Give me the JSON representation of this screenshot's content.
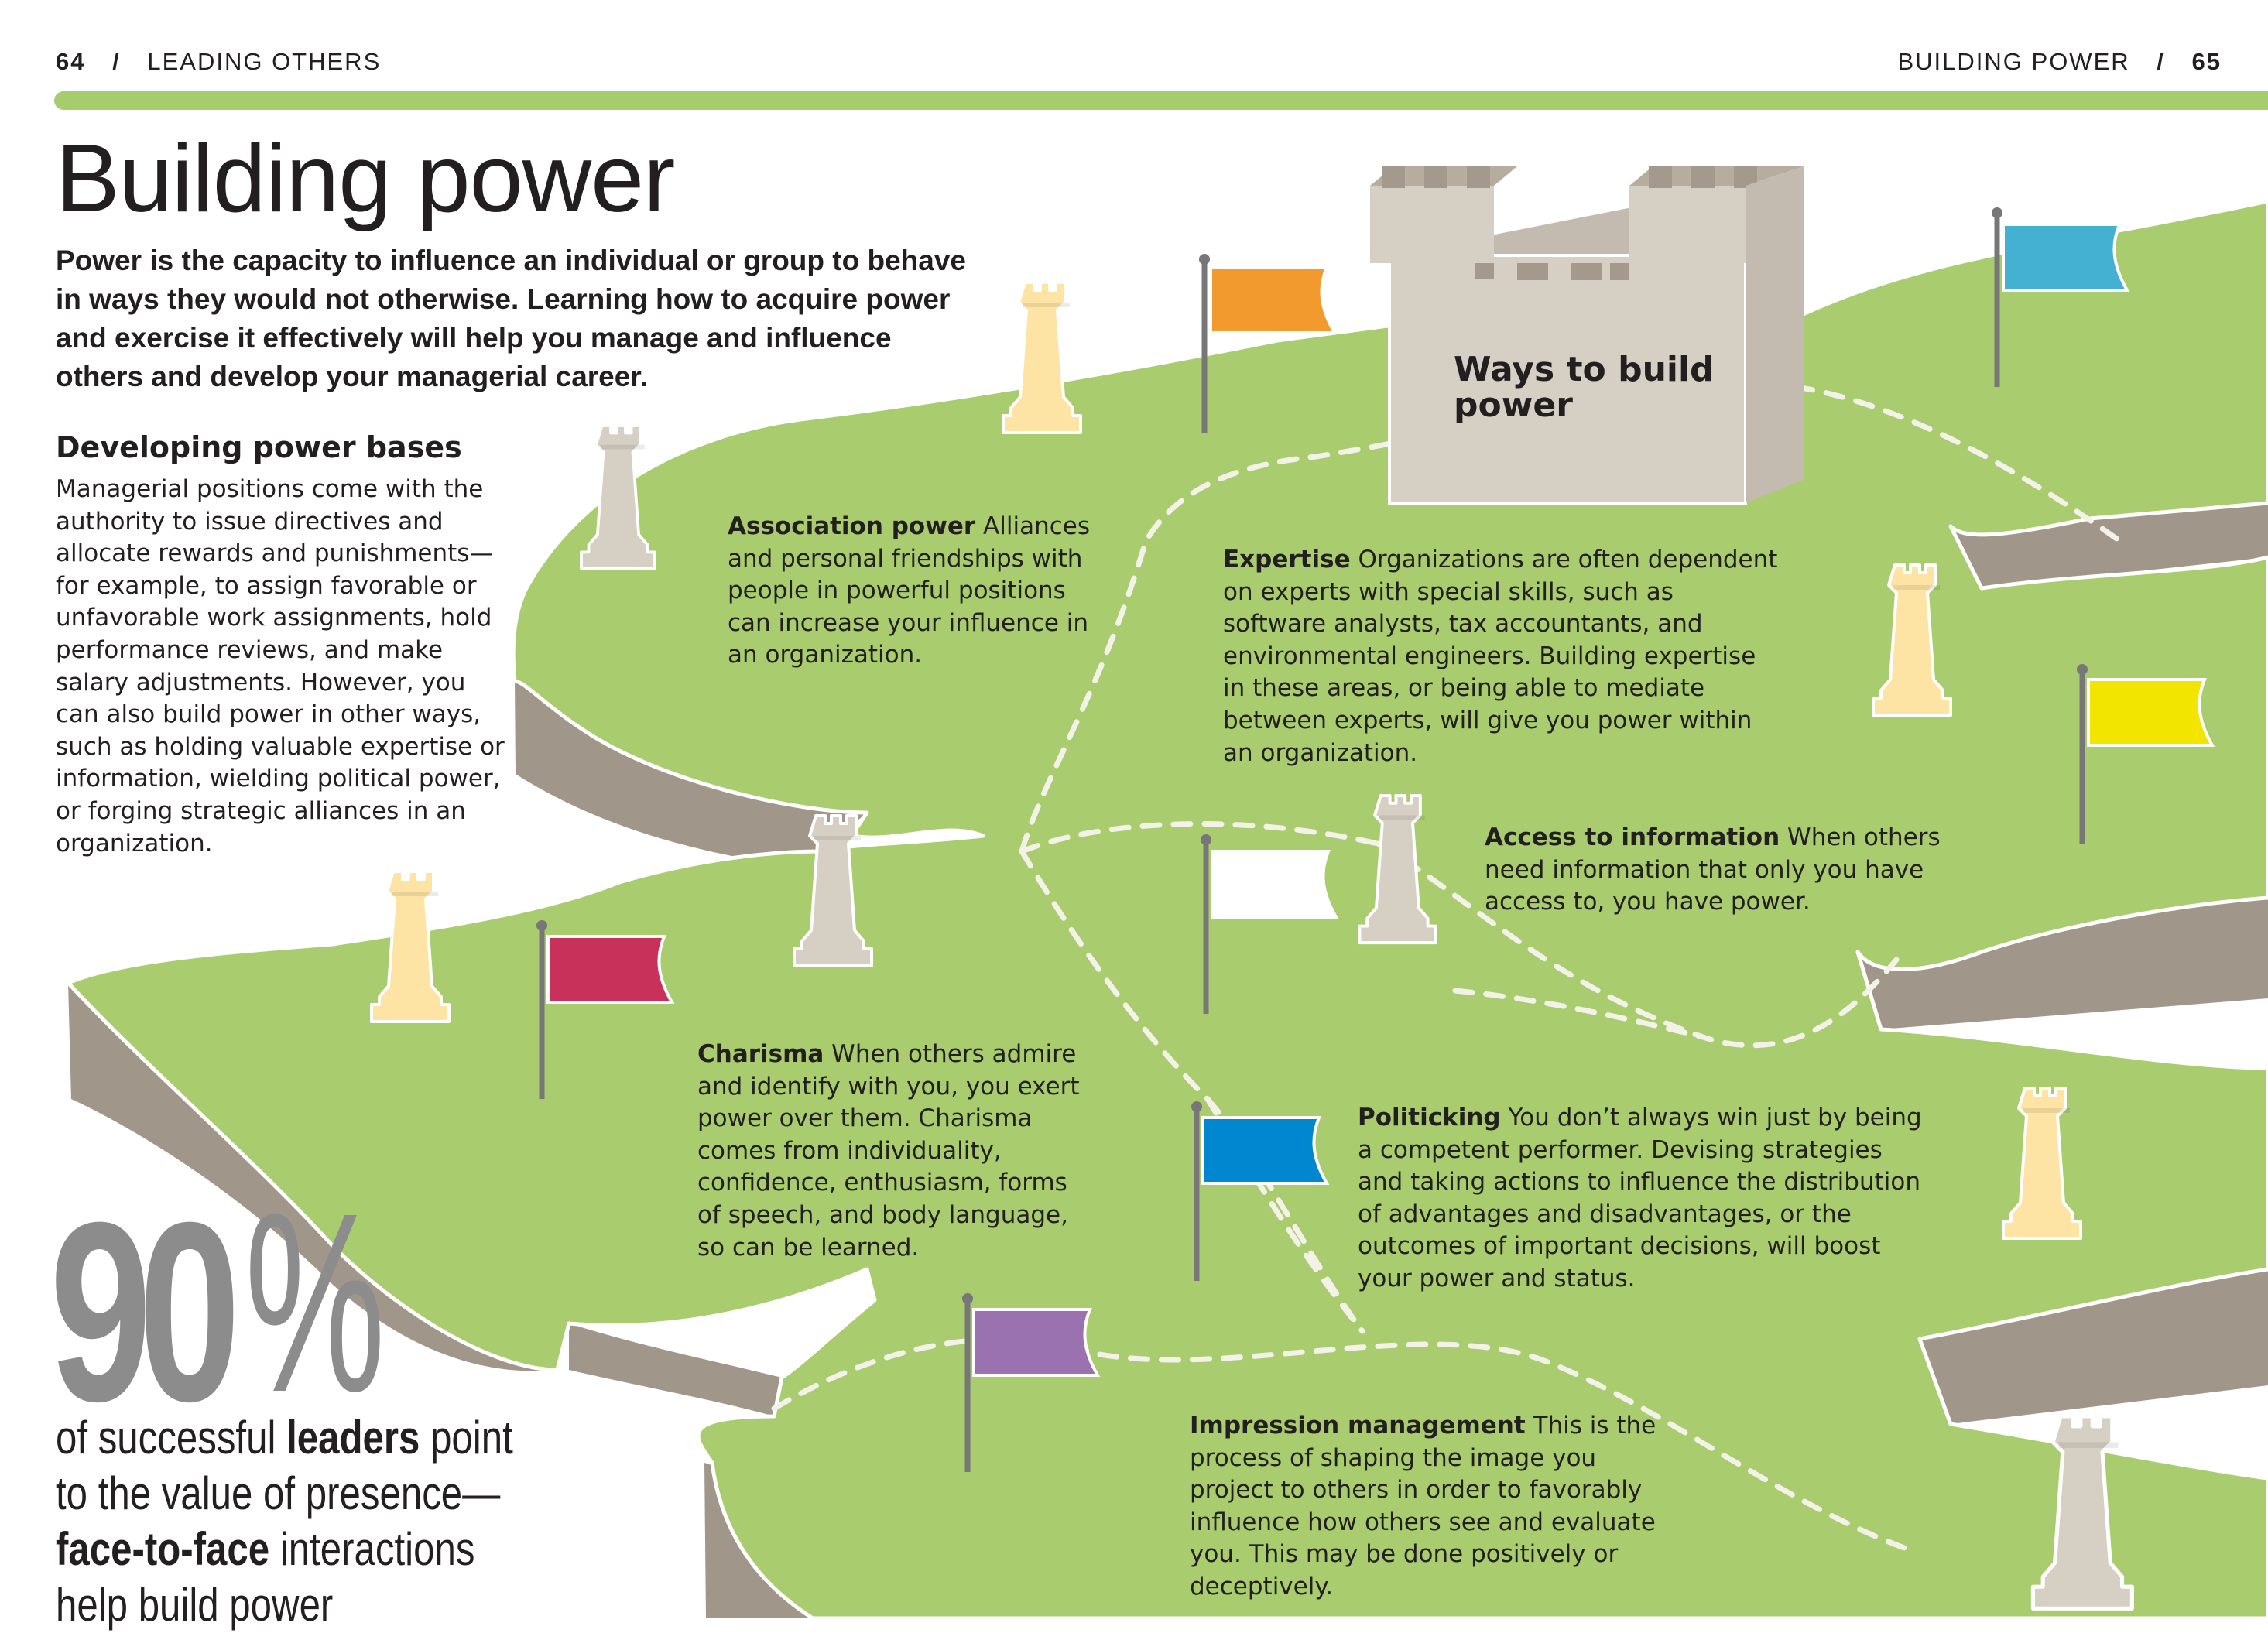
{
  "header": {
    "left_page_number": "64",
    "left_section": "LEADING OTHERS",
    "right_section": "BUILDING POWER",
    "right_page_number": "65",
    "separator": "/"
  },
  "title": "Building power",
  "intro": "Power is the capacity to influence an individual or group to behave in ways they would not otherwise. Learning how to acquire power and exercise it effectively will help you manage and influence others and develop your managerial career.",
  "sidebar": {
    "heading": "Developing power bases",
    "body": "Managerial positions come with the authority to issue directives and allocate rewards and punishments—for example, to assign favorable or unfavorable work assignments, hold performance reviews, and make salary adjustments. However, you can also build power in other ways, such as holding valuable expertise or information, wielding political power, or forging strategic alliances in an organization."
  },
  "stat": {
    "number": "90",
    "percent": "%",
    "caption_part1": "of successful ",
    "caption_bold1": "leaders",
    "caption_part2": " point to the value of presence—",
    "caption_bold2": "face-to-face",
    "caption_part3": " interactions help build power"
  },
  "castle_label": "Ways to build power",
  "ways": [
    {
      "title": "Association power",
      "text": " Alliances and personal friendships with people in powerful positions can increase your influence in an organization."
    },
    {
      "title": "Expertise",
      "text": " Organizations are often dependent on experts with special skills, such as software analysts, tax accountants, and environmental engineers. Building expertise in these areas, or being able to mediate between experts, will give you power within an organization."
    },
    {
      "title": "Access to information",
      "text": " When others need information that only you have access to, you have power."
    },
    {
      "title": "Charisma",
      "text": " When others admire and identify with you, you exert power over them. Charisma comes from individuality, confidence, enthusiasm, forms of speech, and body language, so can be learned."
    },
    {
      "title": "Politicking",
      "text": " You don’t always win just by being a competent performer. Devising strategies and taking actions to influence the distribution of advantages and disadvantages, or the outcomes of important decisions, will boost your power and status."
    },
    {
      "title": "Impression management",
      "text": " This is the process of shaping the image you project to others in order to favorably influence how others see and evaluate you. This may be done positively or deceptively."
    }
  ],
  "colors": {
    "grass": "#a8cc6e",
    "cliff": "#a0978a",
    "path": "#f4f1e8",
    "castle": "#d6cfc4",
    "rook_cream": "#fde3a4",
    "rook_grey": "#d6cfc4",
    "flag_orange": "#f29a2e",
    "flag_cyan": "#44b1d3",
    "flag_yellow": "#f2e500",
    "flag_white": "#ffffff",
    "flag_red": "#c8325a",
    "flag_blue": "#0087cf",
    "flag_purple": "#9a72b0",
    "stat_grey": "#8c8c8c",
    "header_rule": "#a7cc6d"
  },
  "icons": [
    "rook-icon",
    "flag-icon",
    "castle-icon"
  ]
}
